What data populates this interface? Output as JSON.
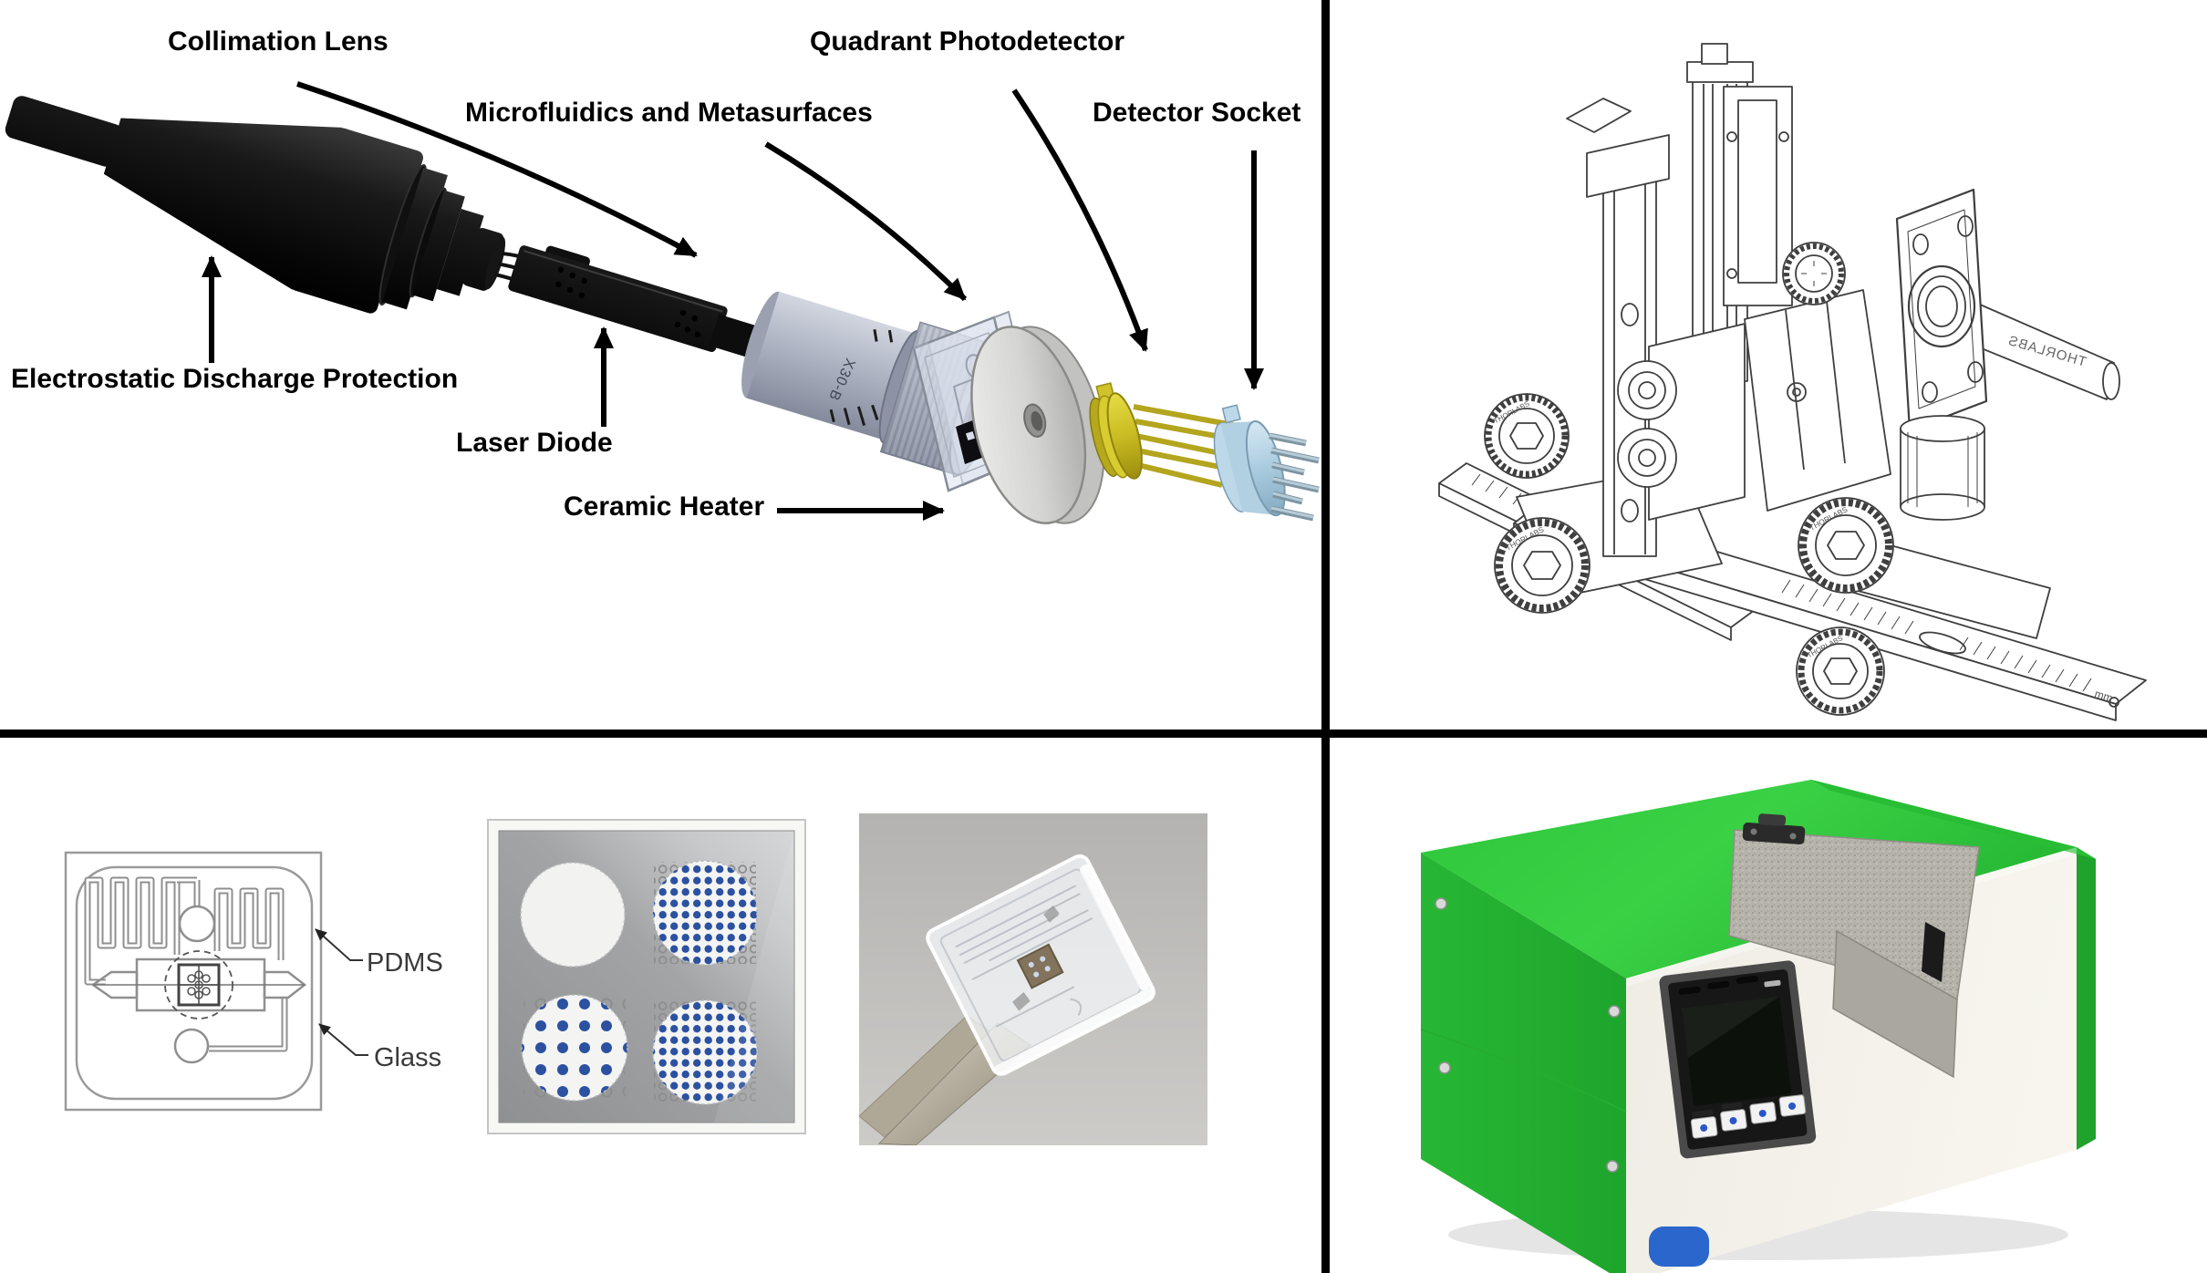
{
  "top_left": {
    "labels": {
      "collimation_lens": "Collimation Lens",
      "microfluidics_metasurfaces": "Microfluidics and Metasurfaces",
      "quadrant_photodetector": "Quadrant Photodetector",
      "detector_socket": "Detector Socket",
      "esd_protection": "Electrostatic Discharge Protection",
      "laser_diode": "Laser Diode",
      "ceramic_heater": "Ceramic Heater"
    },
    "lens_barrel_marking": "X30-B"
  },
  "top_right": {
    "brand": "THORLABS",
    "rail_unit": "mm"
  },
  "bottom_left": {
    "pdms_label": "PDMS",
    "glass_label": "Glass"
  }
}
